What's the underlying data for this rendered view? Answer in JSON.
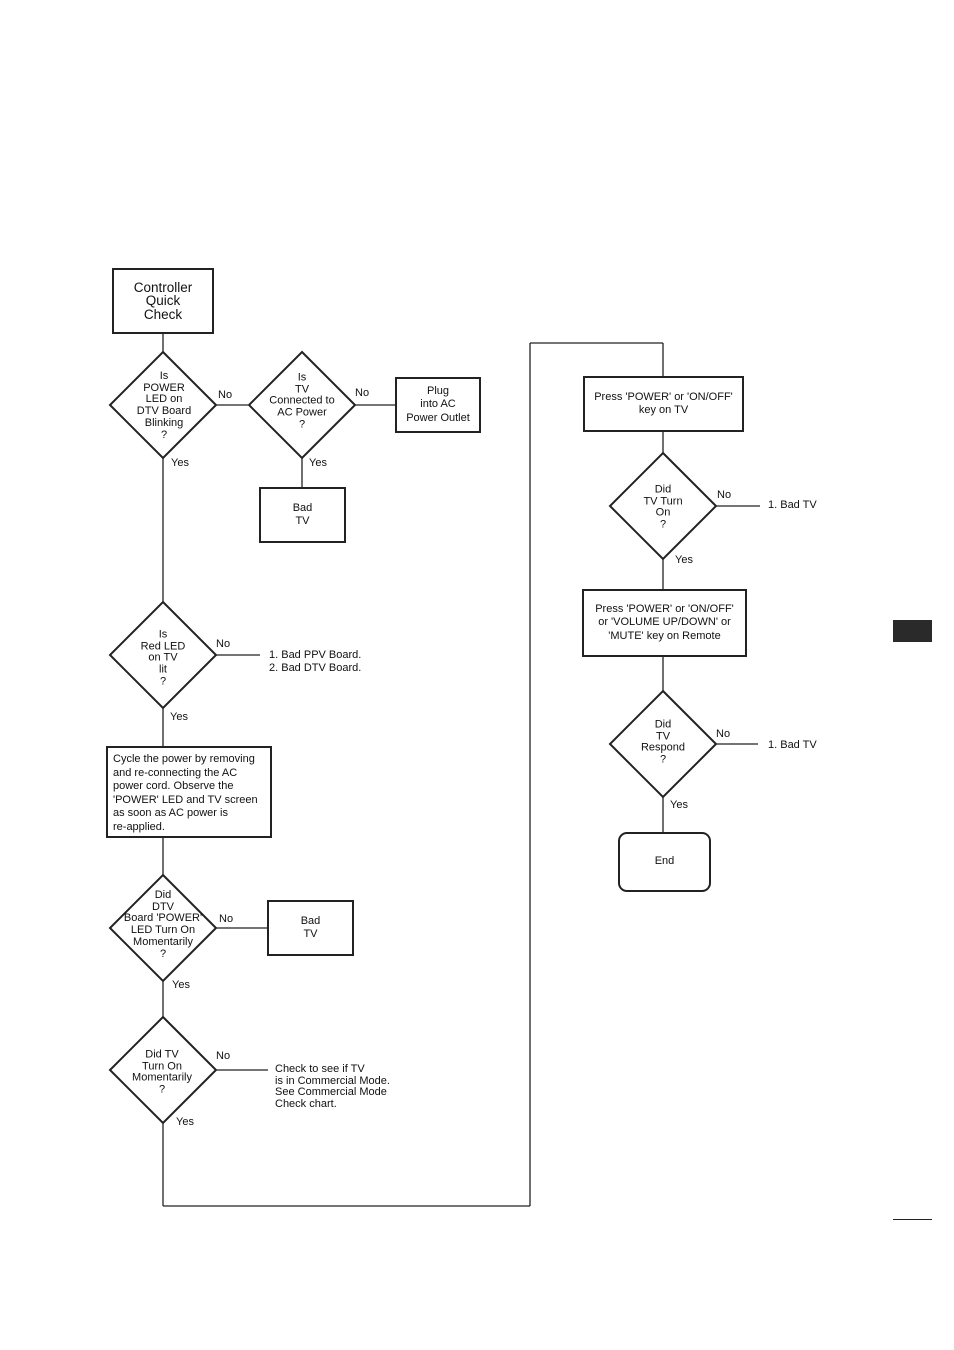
{
  "boxes": {
    "controller_quick_check": "Controller\nQuick\nCheck",
    "plug_into_ac": "Plug\ninto AC\nPower Outlet",
    "bad_tv_1": "Bad\nTV",
    "cycle_power": "Cycle the power by removing\nand re-connecting the AC\npower cord.  Observe the\n'POWER' LED and TV screen\nas soon as AC power is\nre-applied.",
    "bad_tv_2": "Bad\nTV",
    "press_power_tv": "Press 'POWER' or 'ON/OFF'\nkey on TV",
    "press_power_remote": "Press 'POWER' or 'ON/OFF'\nor 'VOLUME UP/DOWN' or\n'MUTE' key on Remote",
    "end": "End"
  },
  "decisions": {
    "power_led_blinking": "Is\nPOWER\nLED on\nDTV Board\nBlinking\n?",
    "tv_connected_ac": "Is\nTV\nConnected to\nAC Power\n?",
    "red_led_lit": "Is\nRed LED\non TV\nlit\n?",
    "dtv_power_led_on": "Did\nDTV\nBoard 'POWER'\nLED Turn On\nMomentarily\n?",
    "tv_turn_on_momentarily": "Did TV\nTurn On\nMomentarily\n?",
    "did_tv_turn_on": "Did\nTV Turn\nOn\n?",
    "did_tv_respond": "Did\nTV\nRespond\n?"
  },
  "branch_labels": {
    "no": "No",
    "yes": "Yes"
  },
  "outcomes": {
    "bad_ppv_dtv": "1. Bad PPV Board.\n2. Bad DTV Board.",
    "commercial_mode": "Check to see if TV\nis in Commercial Mode.\nSee Commercial Mode\nCheck chart.",
    "bad_tv_turn_on": "1. Bad TV",
    "bad_tv_respond": "1. Bad TV"
  }
}
